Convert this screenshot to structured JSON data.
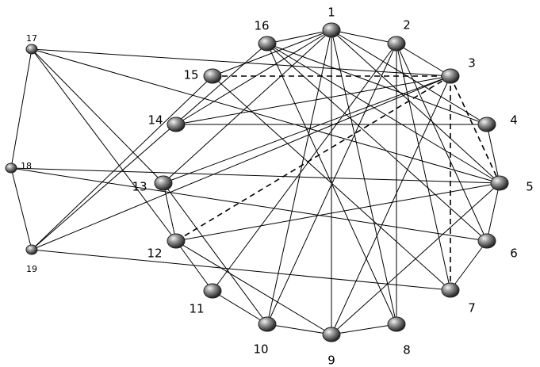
{
  "graph": {
    "nodes": [
      {
        "id": "1",
        "label": "1",
        "size": "large"
      },
      {
        "id": "2",
        "label": "2",
        "size": "large"
      },
      {
        "id": "3",
        "label": "3",
        "size": "large"
      },
      {
        "id": "4",
        "label": "4",
        "size": "large"
      },
      {
        "id": "5",
        "label": "5",
        "size": "large"
      },
      {
        "id": "6",
        "label": "6",
        "size": "large"
      },
      {
        "id": "7",
        "label": "7",
        "size": "large"
      },
      {
        "id": "8",
        "label": "8",
        "size": "large"
      },
      {
        "id": "9",
        "label": "9",
        "size": "large"
      },
      {
        "id": "10",
        "label": "10",
        "size": "large"
      },
      {
        "id": "11",
        "label": "11",
        "size": "large"
      },
      {
        "id": "12",
        "label": "12",
        "size": "large"
      },
      {
        "id": "13",
        "label": "13",
        "size": "large"
      },
      {
        "id": "14",
        "label": "14",
        "size": "large"
      },
      {
        "id": "15",
        "label": "15",
        "size": "large"
      },
      {
        "id": "16",
        "label": "16",
        "size": "large"
      },
      {
        "id": "17",
        "label": "17",
        "size": "small"
      },
      {
        "id": "18",
        "label": "18",
        "size": "small"
      },
      {
        "id": "19",
        "label": "19",
        "size": "small"
      }
    ],
    "edges": [
      {
        "from": "1",
        "to": "2",
        "style": "solid"
      },
      {
        "from": "16",
        "to": "1",
        "style": "solid"
      },
      {
        "from": "2",
        "to": "3",
        "style": "solid"
      },
      {
        "from": "4",
        "to": "5",
        "style": "solid"
      },
      {
        "from": "5",
        "to": "6",
        "style": "solid"
      },
      {
        "from": "6",
        "to": "7",
        "style": "solid"
      },
      {
        "from": "8",
        "to": "9",
        "style": "solid"
      },
      {
        "from": "9",
        "to": "10",
        "style": "solid"
      },
      {
        "from": "10",
        "to": "11",
        "style": "solid"
      },
      {
        "from": "11",
        "to": "12",
        "style": "solid"
      },
      {
        "from": "12",
        "to": "13",
        "style": "solid"
      },
      {
        "from": "17",
        "to": "18",
        "style": "solid"
      },
      {
        "from": "18",
        "to": "19",
        "style": "solid"
      },
      {
        "from": "1",
        "to": "4",
        "style": "solid"
      },
      {
        "from": "1",
        "to": "15",
        "style": "solid"
      },
      {
        "from": "1",
        "to": "14",
        "style": "solid"
      },
      {
        "from": "1",
        "to": "13",
        "style": "solid"
      },
      {
        "from": "1",
        "to": "10",
        "style": "solid"
      },
      {
        "from": "1",
        "to": "9",
        "style": "solid"
      },
      {
        "from": "1",
        "to": "8",
        "style": "solid"
      },
      {
        "from": "2",
        "to": "11",
        "style": "solid"
      },
      {
        "from": "2",
        "to": "10",
        "style": "solid"
      },
      {
        "from": "2",
        "to": "8",
        "style": "solid"
      },
      {
        "from": "2",
        "to": "7",
        "style": "solid"
      },
      {
        "from": "2",
        "to": "6",
        "style": "solid"
      },
      {
        "from": "3",
        "to": "14",
        "style": "solid"
      },
      {
        "from": "3",
        "to": "13",
        "style": "solid"
      },
      {
        "from": "3",
        "to": "19",
        "style": "solid"
      },
      {
        "from": "3",
        "to": "9",
        "style": "solid"
      },
      {
        "from": "4",
        "to": "14",
        "style": "solid"
      },
      {
        "from": "4",
        "to": "16",
        "style": "solid"
      },
      {
        "from": "5",
        "to": "16",
        "style": "solid"
      },
      {
        "from": "5",
        "to": "1",
        "style": "solid"
      },
      {
        "from": "5",
        "to": "12",
        "style": "solid"
      },
      {
        "from": "5",
        "to": "9",
        "style": "solid"
      },
      {
        "from": "5",
        "to": "18",
        "style": "solid"
      },
      {
        "from": "5",
        "to": "17",
        "style": "solid"
      },
      {
        "from": "6",
        "to": "16",
        "style": "solid"
      },
      {
        "from": "6",
        "to": "18",
        "style": "solid"
      },
      {
        "from": "7",
        "to": "15",
        "style": "solid"
      },
      {
        "from": "7",
        "to": "19",
        "style": "solid"
      },
      {
        "from": "8",
        "to": "16",
        "style": "solid"
      },
      {
        "from": "9",
        "to": "12",
        "style": "solid"
      },
      {
        "from": "10",
        "to": "13",
        "style": "solid"
      },
      {
        "from": "12",
        "to": "17",
        "style": "solid"
      },
      {
        "from": "13",
        "to": "17",
        "style": "solid"
      },
      {
        "from": "15",
        "to": "19",
        "style": "solid"
      },
      {
        "from": "16",
        "to": "19",
        "style": "solid"
      },
      {
        "from": "17",
        "to": "3",
        "style": "solid"
      },
      {
        "from": "15",
        "to": "3",
        "style": "dashed"
      },
      {
        "from": "3",
        "to": "5",
        "style": "dashed"
      },
      {
        "from": "3",
        "to": "7",
        "style": "dashed"
      },
      {
        "from": "3",
        "to": "12",
        "style": "dashed"
      }
    ]
  }
}
